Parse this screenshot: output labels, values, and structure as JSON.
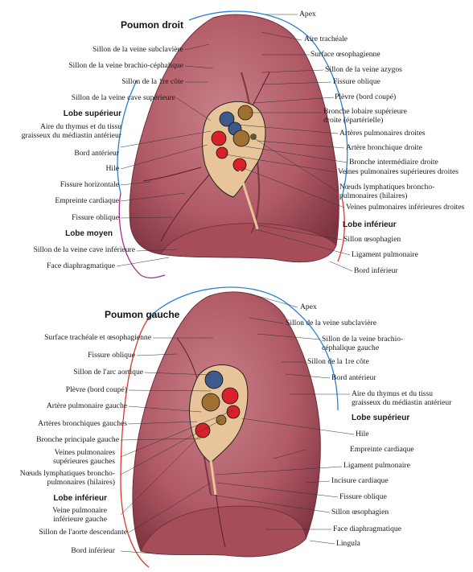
{
  "right_lung": {
    "title": "Poumon droit",
    "labels_right": [
      "Apex",
      "Aire trachéale",
      "Surface œsophagienne",
      "Sillon de la veine azygos",
      "Fissure oblique",
      "Plèvre (bord coupé)",
      "Bronche lobaire supérieure",
      "droite (épartérielle)",
      "Artères pulmonaires droites",
      "Artère bronchique droite",
      "Bronche intermédiaire droite",
      "Veines pulmonaires supérieures droites",
      "Nœuds lymphatiques broncho-",
      "pulmonaires (hilaires)",
      "Veines pulmonaires inférieures droites",
      "Lobe inférieur",
      "Sillon œsophagien",
      "Ligament pulmonaire",
      "Bord inférieur"
    ],
    "labels_left": [
      "Sillon de la veine subclavière",
      "Sillon de la veine brachio-céphalique",
      "Sillon de la 1re côte",
      "Sillon de la veine cave supérieure",
      "Lobe supérieur",
      "Aire du thymus et du tissu",
      "graisseux du médiastin antérieur",
      "Bord antérieur",
      "Hile",
      "Fissure horizontale",
      "Empreinte cardiaque",
      "Fissure oblique",
      "Lobe moyen",
      "Sillon de la veine cave inférieure",
      "Face diaphragmatique"
    ]
  },
  "left_lung": {
    "title": "Poumon gauche",
    "labels_right": [
      "Apex",
      "Sillon de la veine subclavière",
      "Sillon de la veine brachio-",
      "céphalique gauche",
      "Sillon de la 1re côte",
      "Bord antérieur",
      "Aire du thymus et du tissu",
      "graisseux du médiastin antérieur",
      "Lobe supérieur",
      "Hile",
      "Empreinte cardiaque",
      "Ligament pulmonaire",
      "Incisure cardiaque",
      "Fissure oblique",
      "Sillon œsophagien",
      "Face diaphragmatique",
      "Lingula"
    ],
    "labels_left": [
      "Surface trachéale et œsophagienne",
      "Fissure oblique",
      "Sillon de l'arc aortique",
      "Plèvre (bord coupé)",
      "Artère pulmonaire gauche",
      "Artères bronchiques gauches",
      "Bronche principale gauche",
      "Veines pulmonaires",
      "supérieures gauches",
      "Nœuds lymphatiques broncho-",
      "pulmonaires (hilaires)",
      "Lobe inférieur",
      "Veine pulmonaire",
      "inférieure gauche",
      "Sillon de l'aorte descendante",
      "Bord inférieur"
    ]
  },
  "colors": {
    "lung": "#b8606a",
    "lung_dark": "#8c3a46",
    "artery_blue": "#3d5a8a",
    "vein_red": "#d8212a",
    "bronchus": "#a07030",
    "lobe_sup_line": "#2a7fd6",
    "lobe_inf_line": "#e0352b",
    "lobe_moy_line": "#a0308a"
  }
}
